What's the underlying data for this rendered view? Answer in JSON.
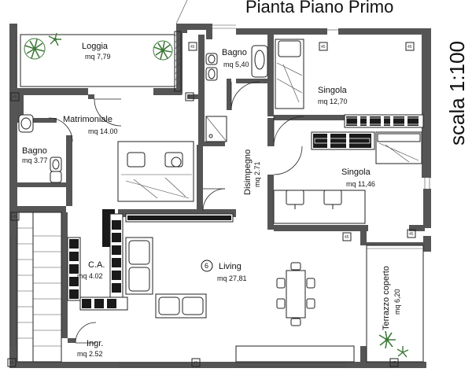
{
  "plan": {
    "title": "Pianta Piano Primo",
    "scale": "scala 1:100",
    "room_number": "6",
    "dimension_tag": "45"
  },
  "rooms": {
    "loggia": {
      "name": "Loggia",
      "area": "mq 7,79"
    },
    "bagno_top": {
      "name": "Bagno",
      "area": "mq 5,40"
    },
    "singola_top": {
      "name": "Singola",
      "area": "mq 12,70"
    },
    "matrimoniale": {
      "name": "Matrimoniale",
      "area": "mq 14.00"
    },
    "bagno_left": {
      "name": "Bagno",
      "area": "mq 3.77"
    },
    "disimpegno": {
      "name": "Disimpegno",
      "area": "mq 2.71"
    },
    "singola_mid": {
      "name": "Singola",
      "area": "mq 11,46"
    },
    "ca": {
      "name": "C.A.",
      "area": "mq 4.02"
    },
    "living": {
      "name": "Living",
      "area": "mq 27,81"
    },
    "terrazzo": {
      "name": "Terrazzo coperto",
      "area": "mq 6,20"
    },
    "ingr": {
      "name": "Ingr.",
      "area": "mq 2.52"
    }
  },
  "colors": {
    "wall": "#555555",
    "line": "#222222",
    "background": "#ffffff",
    "plant": "#3f7a3a"
  }
}
